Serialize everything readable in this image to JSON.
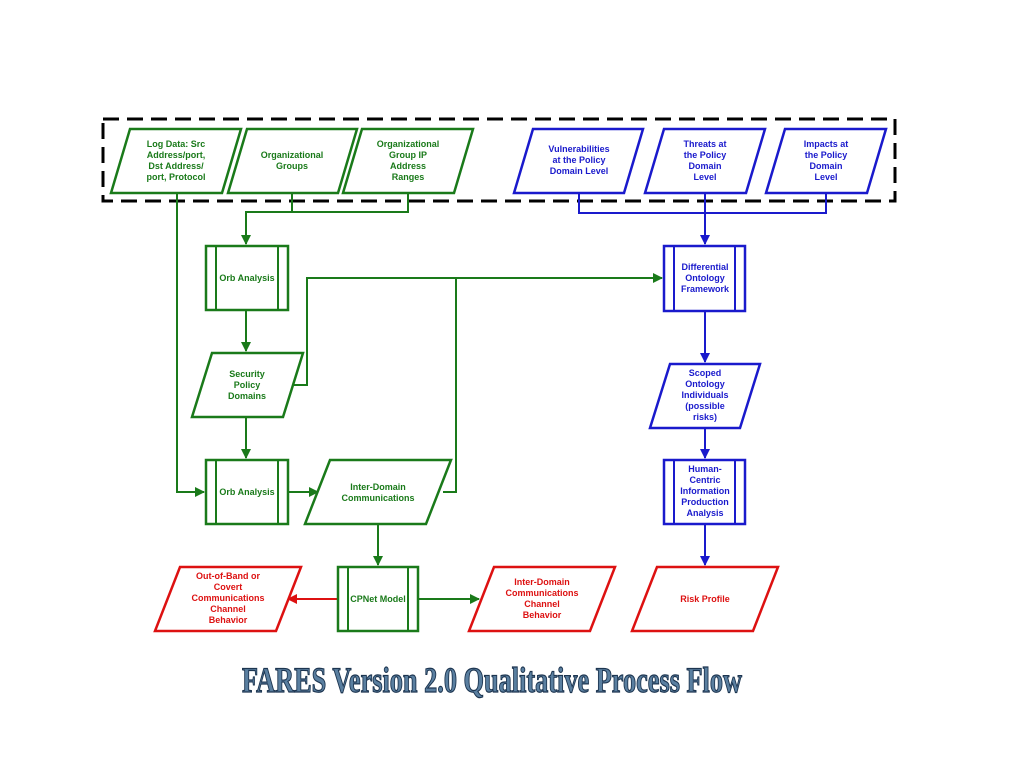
{
  "title": "FARES Version 2.0 Qualitative Process Flow",
  "colors": {
    "green": "#1a7a1a",
    "blue": "#1a1acc",
    "red": "#dd1111",
    "dash": "#000000"
  },
  "inputs": {
    "log_data": [
      "Log Data: Src",
      "Address/port,",
      "Dst Address/",
      "port, Protocol"
    ],
    "org_groups": [
      "Organizational",
      "Groups"
    ],
    "org_group_ip": [
      "Organizational",
      "Group IP",
      "Address",
      "Ranges"
    ],
    "vulnerabilities": [
      "Vulnerabilities",
      "at the Policy",
      "Domain Level"
    ],
    "threats": [
      "Threats at",
      "the Policy",
      "Domain",
      "Level"
    ],
    "impacts": [
      "Impacts at",
      "the Policy",
      "Domain",
      "Level"
    ]
  },
  "process": {
    "orb_analysis_1": [
      "Orb Analysis"
    ],
    "security_policy_domains": [
      "Security",
      "Policy",
      "Domains"
    ],
    "orb_analysis_2": [
      "Orb Analysis"
    ],
    "inter_domain_comms": [
      "Inter-Domain",
      "Communications"
    ],
    "cpnet_model": [
      "CPNet Model"
    ],
    "differential_ontology": [
      "Differential",
      "Ontology",
      "Framework"
    ],
    "scoped_ontology": [
      "Scoped",
      "Ontology",
      "Individuals",
      "(possible",
      "risks)"
    ],
    "human_centric": [
      "Human-",
      "Centric",
      "Information",
      "Production",
      "Analysis"
    ]
  },
  "outputs": {
    "out_of_band": [
      "Out-of-Band or",
      "Covert",
      "Communications",
      "Channel",
      "Behavior"
    ],
    "inter_domain_channel": [
      "Inter-Domain",
      "Communications",
      "Channel",
      "Behavior"
    ],
    "risk_profile": [
      "Risk Profile"
    ]
  }
}
